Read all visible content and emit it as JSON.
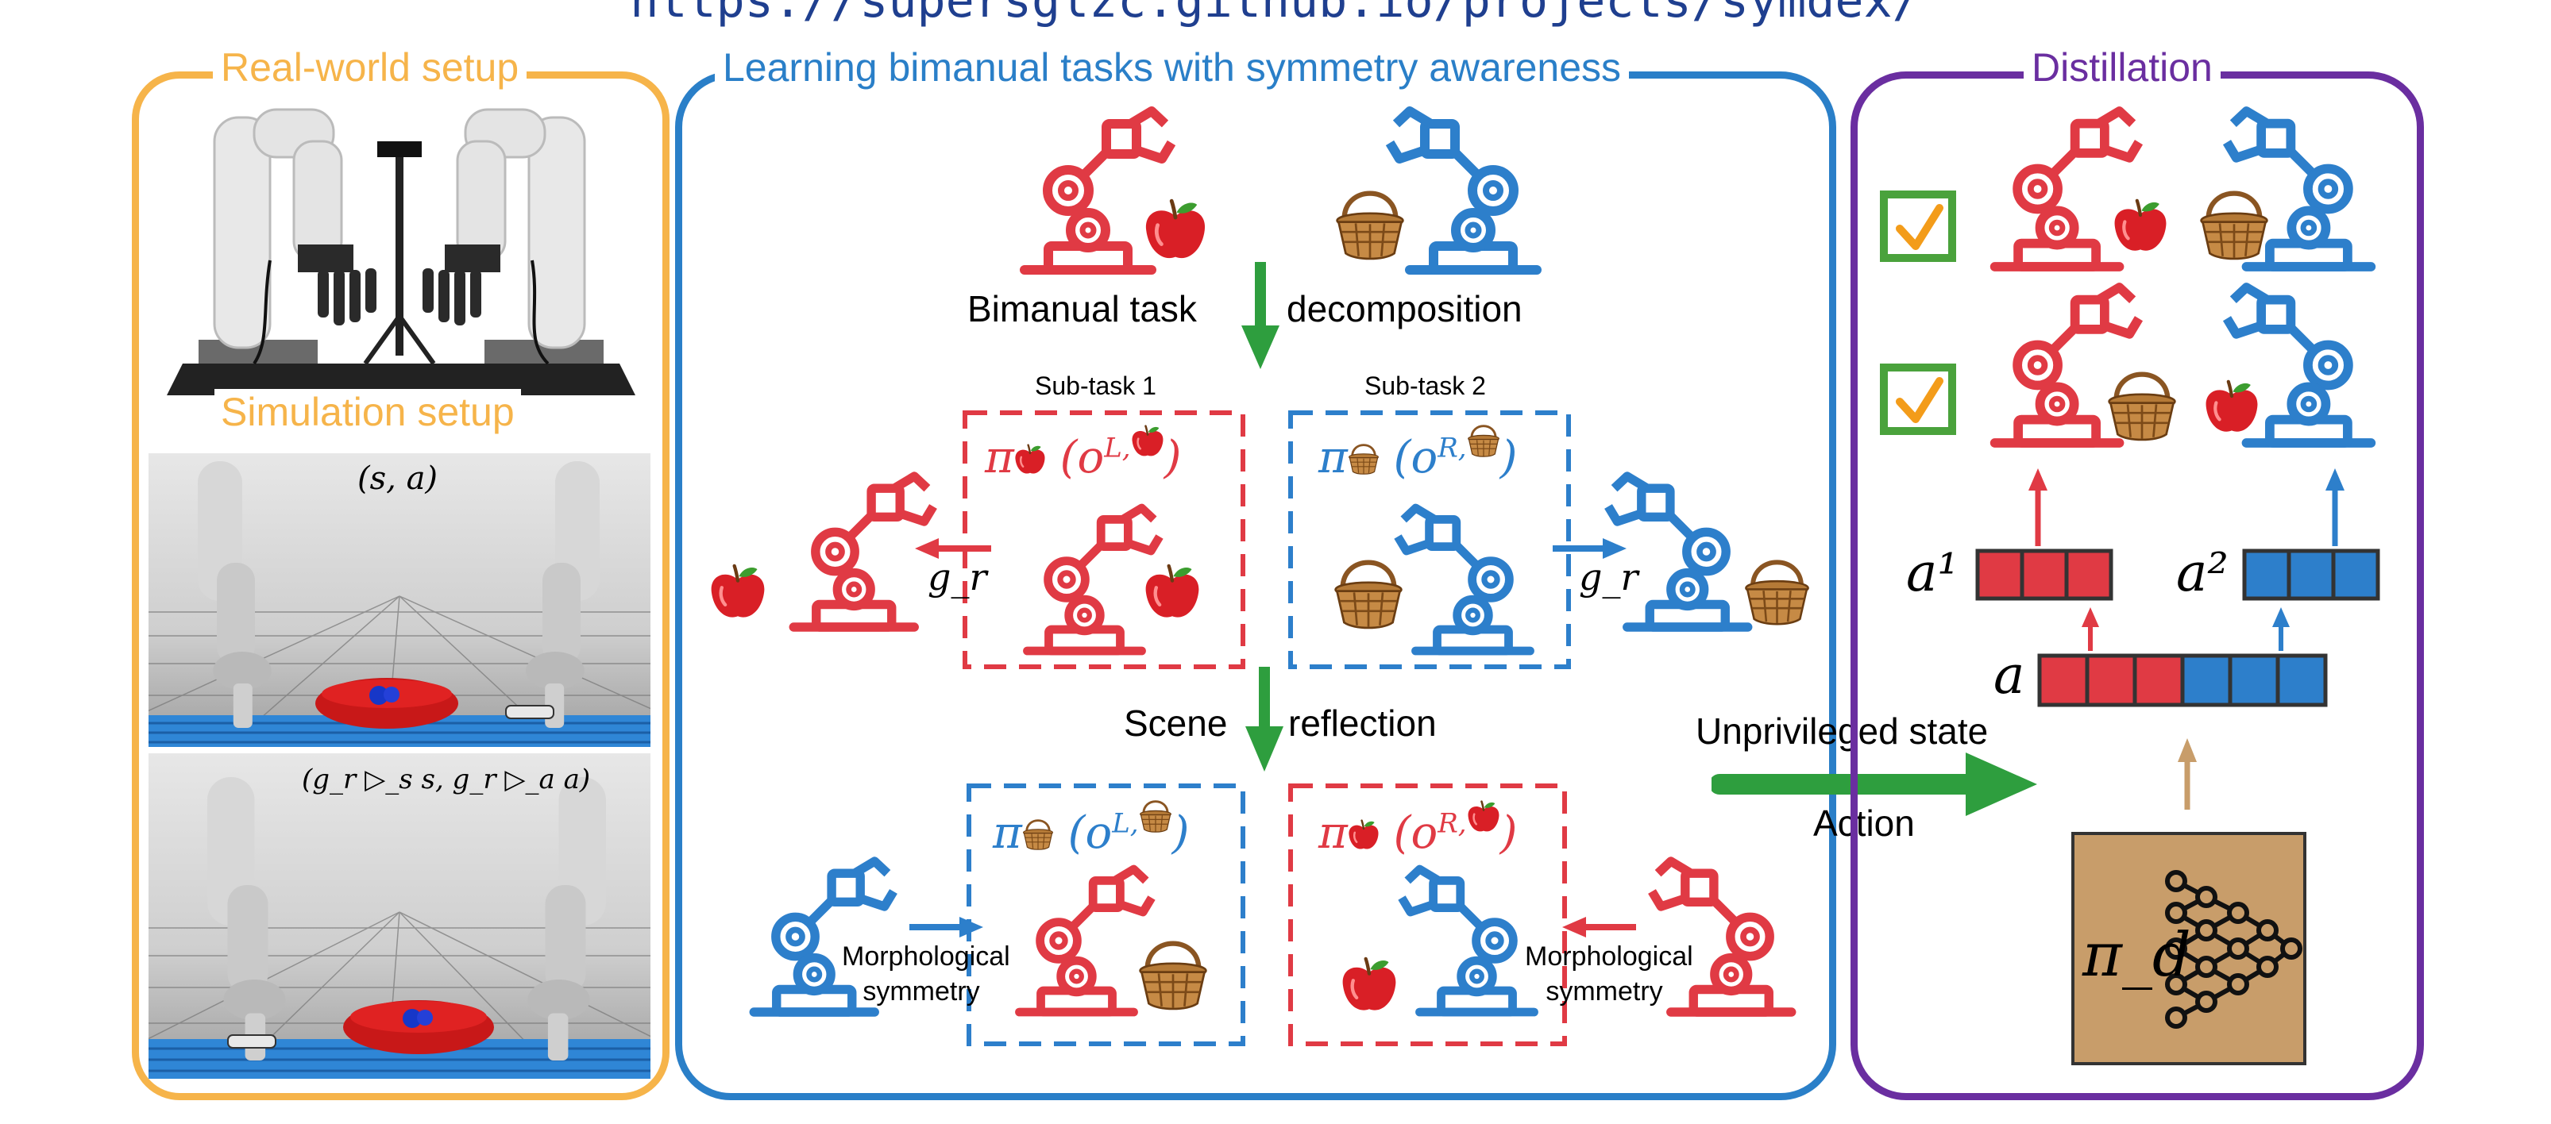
{
  "url": "https://supersglzc.github.io/projects/symdex/",
  "panels": {
    "realworld": {
      "title": "Real-world setup",
      "color": "#f6b44a"
    },
    "simulation": {
      "title": "Simulation setup"
    },
    "learning": {
      "title": "Learning bimanual tasks with symmetry awareness",
      "color": "#2a7fc8"
    },
    "distillation": {
      "title": "Distillation",
      "color": "#6a2ea0"
    }
  },
  "sim_labels": {
    "top": "(s, a)",
    "bottom": "(g_r ▷_s s, g_r ▷_a a)"
  },
  "learning": {
    "decomp_left": "Bimanual task",
    "decomp_right": "decomposition",
    "subtask1": "Sub-task 1",
    "subtask2": "Sub-task 2",
    "reflect_left": "Scene",
    "reflect_right": "reflection",
    "morph_left": "Morphological symmetry",
    "morph_right": "Morphological symmetry",
    "gr": "g_r"
  },
  "distill": {
    "unprivileged": "Unprivileged state",
    "action": "Action",
    "a1": "a¹",
    "a2": "a²",
    "a": "a",
    "pid": "π_d"
  },
  "colors": {
    "red": "#e03a44",
    "blue": "#2d7fcb",
    "green": "#2e9e3e",
    "orange": "#f6b44a",
    "purple": "#6a2ea0",
    "brown": "#c89d6a"
  }
}
